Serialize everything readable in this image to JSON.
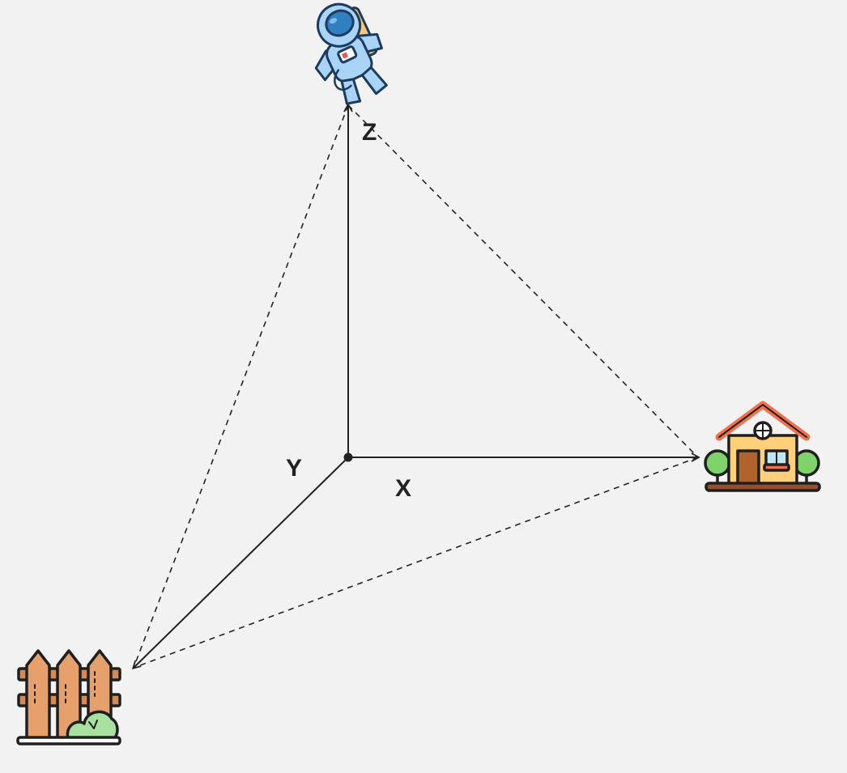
{
  "axes": {
    "x_label": "X",
    "y_label": "Y",
    "z_label": "Z"
  },
  "icons": {
    "top": "astronaut-icon",
    "right": "house-icon",
    "bottom_left": "fence-with-bush-icon"
  },
  "colors": {
    "background": "#f2f2f2",
    "line": "#222222",
    "astronaut_suit": "#a9d4f5",
    "astronaut_visor": "#2f7fc1",
    "house_wall": "#ffcf7a",
    "house_roof": "#f2704b",
    "tree": "#7ed36b",
    "fence_wood": "#e6a06b",
    "bush": "#a8e0a0"
  }
}
